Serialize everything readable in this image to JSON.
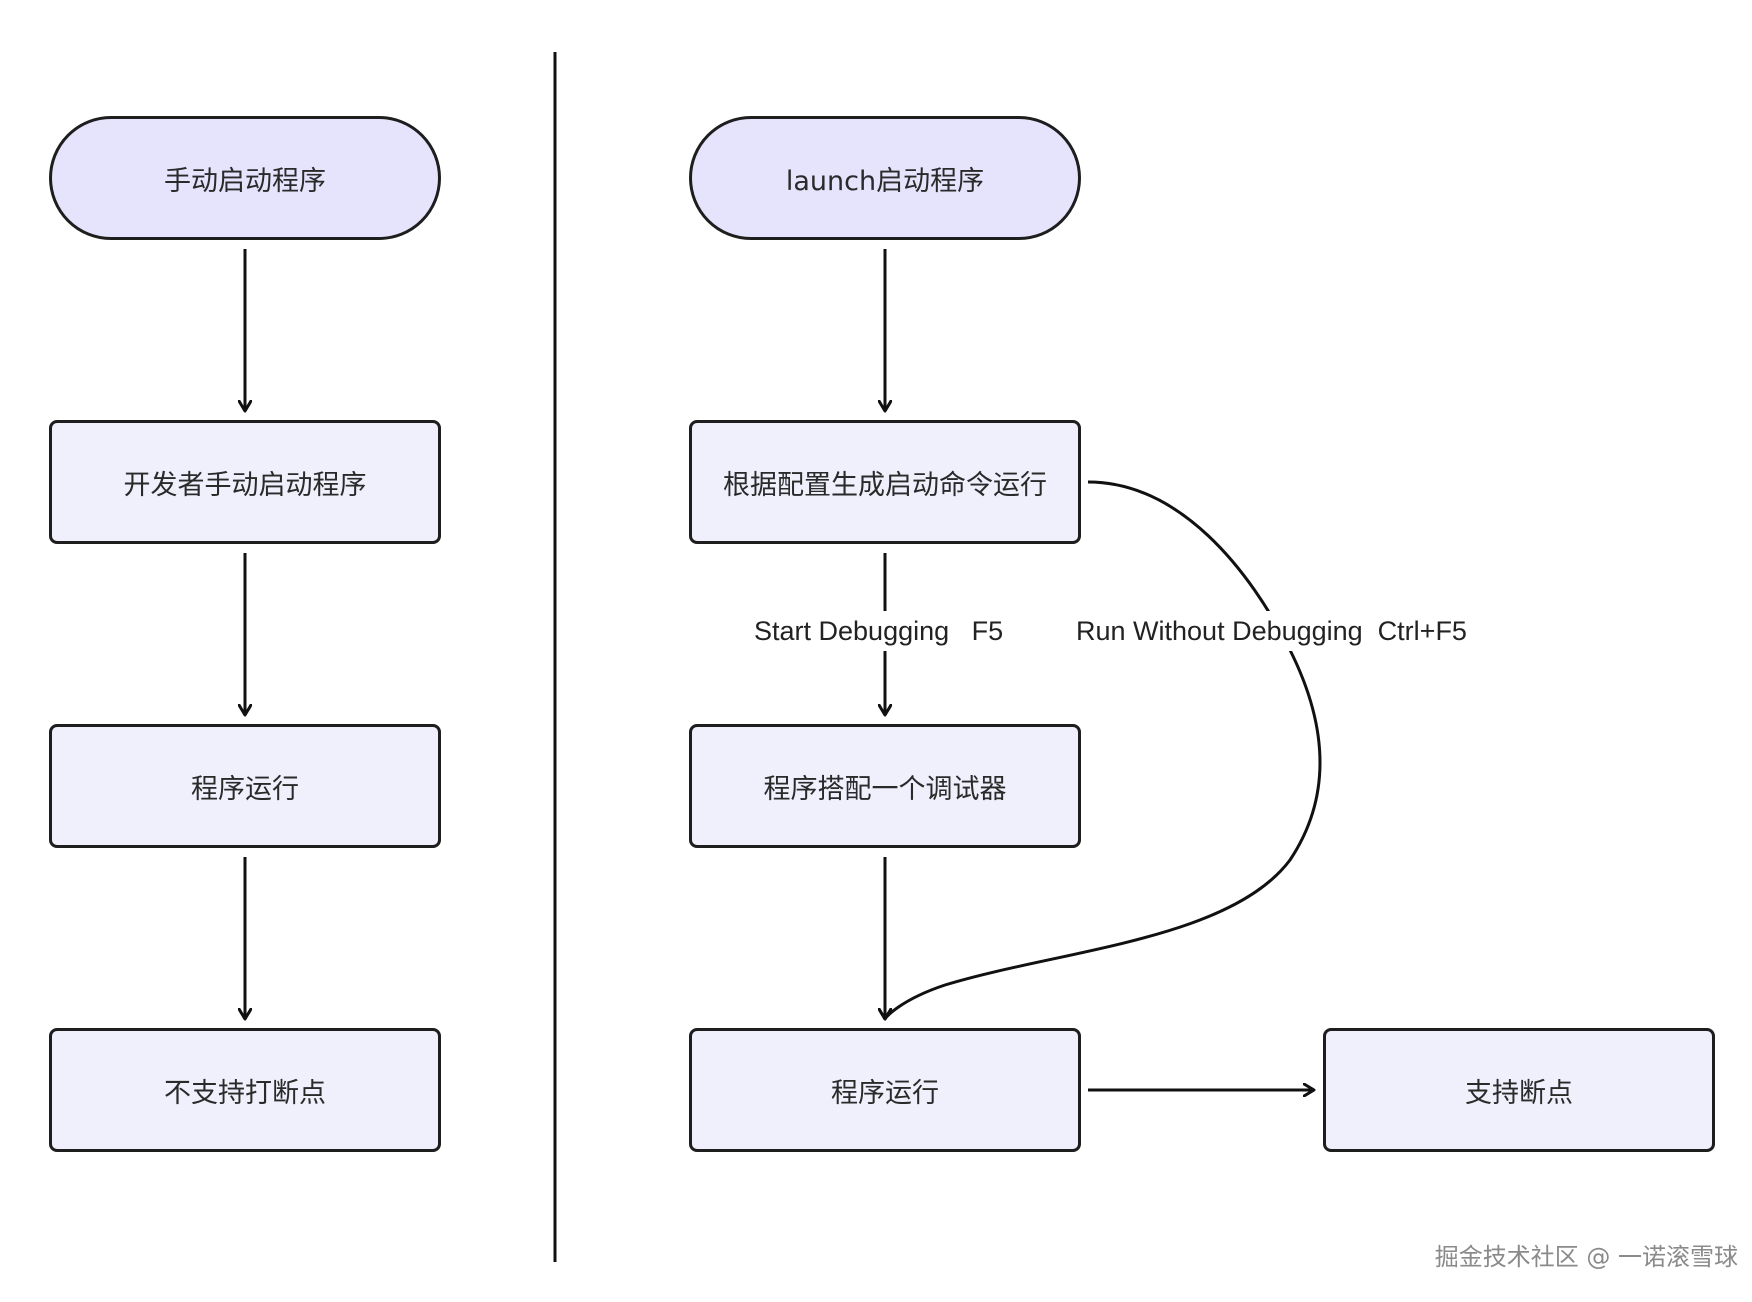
{
  "diagram": {
    "left": {
      "start": "手动启动程序",
      "step1": "开发者手动启动程序",
      "step2": "程序运行",
      "step3": "不支持打断点"
    },
    "right": {
      "start": "launch启动程序",
      "step1": "根据配置生成启动命令运行",
      "step2": "程序搭配一个调试器",
      "step3": "程序运行",
      "step4": "支持断点"
    },
    "edge_labels": {
      "debug": "Start Debugging   F5",
      "no_debug": "Run Without Debugging  Ctrl+F5"
    }
  },
  "watermark": "掘金技术社区 @ 一诺滚雪球"
}
